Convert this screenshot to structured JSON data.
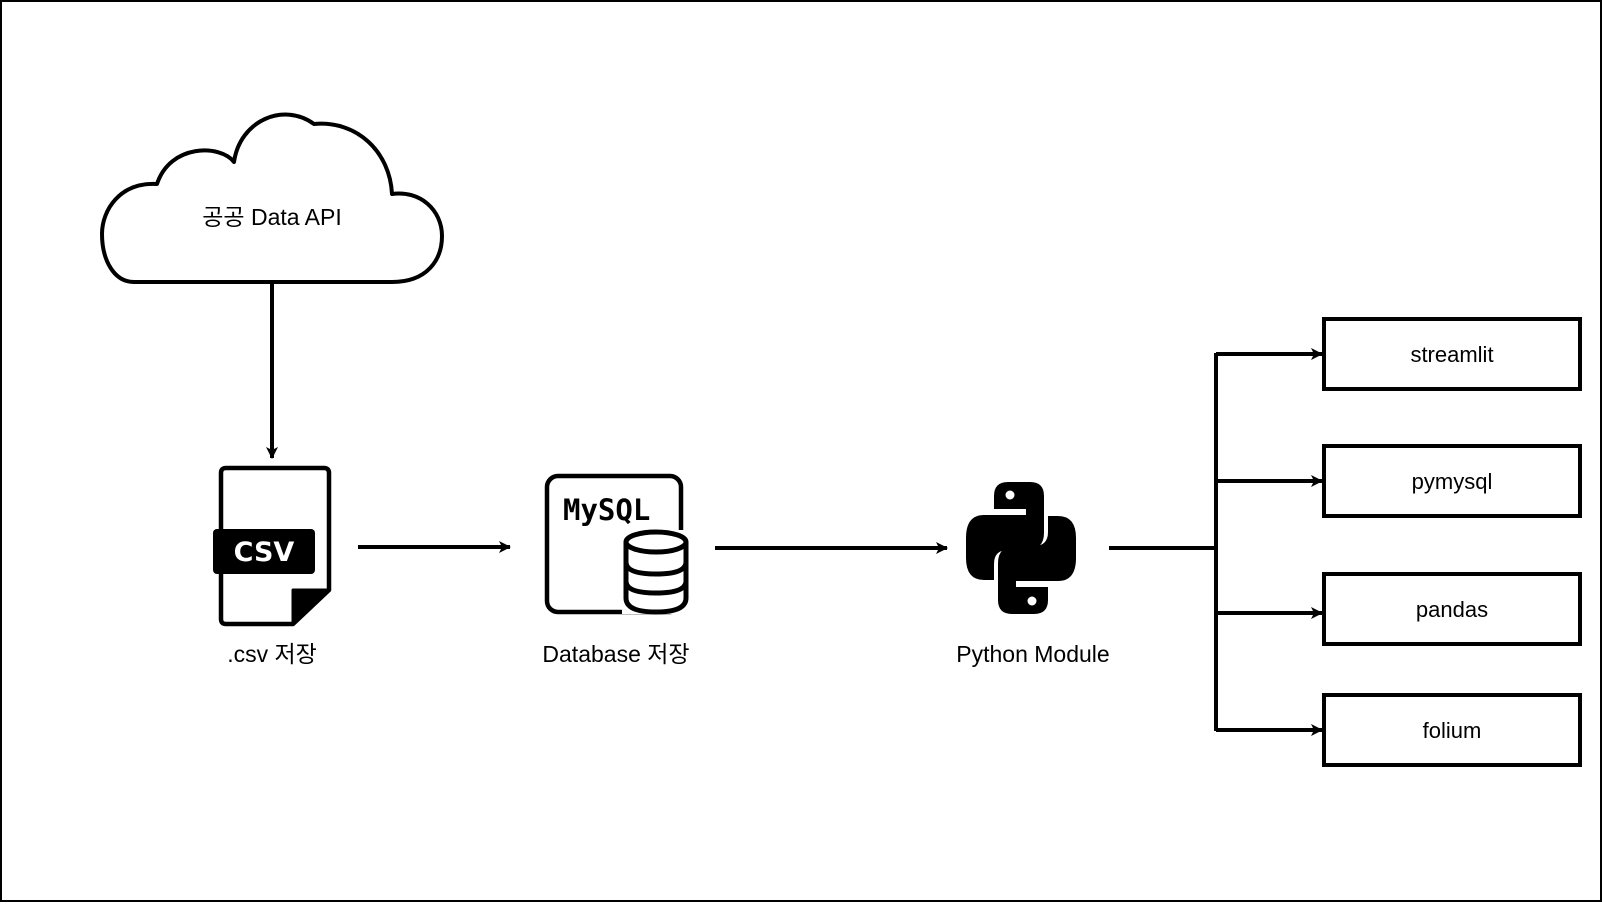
{
  "diagram": {
    "colors": {
      "stroke": "#000000",
      "background": "#ffffff"
    },
    "cloud": {
      "label": "공공 Data API",
      "icon": "cloud-icon"
    },
    "csv": {
      "badge": "CSV",
      "label": ".csv 저장",
      "icon": "csv-file-icon"
    },
    "database": {
      "brand": "MySQL",
      "label": "Database 저장",
      "icon": "mysql-database-icon"
    },
    "python": {
      "label": "Python Module",
      "icon": "python-logo-icon"
    },
    "modules": [
      {
        "label": "streamlit"
      },
      {
        "label": "pymysql"
      },
      {
        "label": "pandas"
      },
      {
        "label": "folium"
      }
    ]
  }
}
